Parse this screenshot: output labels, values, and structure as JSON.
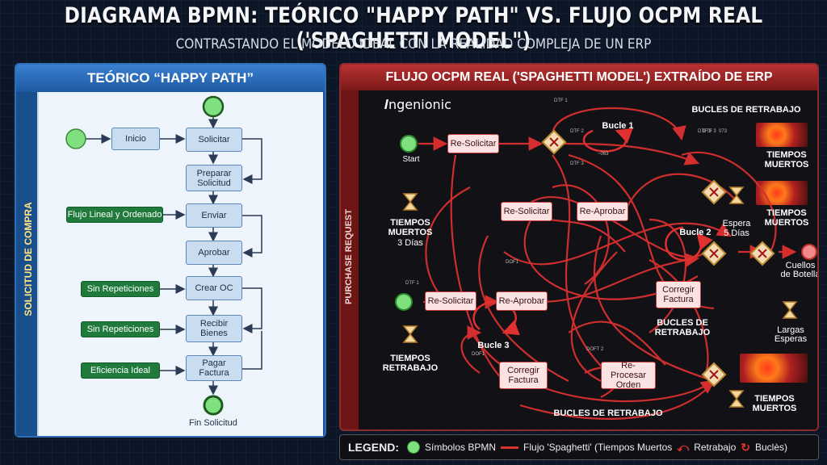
{
  "header": {
    "title": "DIAGRAMA BPMN: TEÓRICO \"HAPPY PATH\" VS. FLUJO OCPM REAL ('SPAGHETTI MODEL\")",
    "subtitle": "CONTRASTANDO EL MODELO IDEAL CON LA REALIDAD COMPLEJA DE UN ERP"
  },
  "left": {
    "title": "TEÓRICO “HAPPY PATH”",
    "side_label": "SOLICITUD DE COMPRA",
    "steps": {
      "inicio": "Inicio",
      "solicitar": "Solicitar",
      "preparar": "Preparar Solicitud",
      "enviar": "Enviar",
      "aprobar": "Aprobar",
      "crear_oc": "Crear OC",
      "recibir": "Recibir Bienes",
      "pagar": "Pagar Factura"
    },
    "end_label": "Fin Solicitud",
    "notes": {
      "flujo": "Flujo Lineal y Ordenado",
      "sin_rep_1": "Sin Repeticiones",
      "sin_rep_2": "Sin Repeticiones",
      "eficiencia": "Eficiencia Ideal"
    }
  },
  "right": {
    "title": "FLUJO OCPM REAL ('SPAGHETTI MODEL') EXTRAÍDO DE ERP",
    "side_label": "PURCHASE REQUEST",
    "logo": "ngenionic",
    "boxes": {
      "resolicitar_top": "Re-Solicitar",
      "resolicitar_mid": "Re-Solicitar",
      "reaprobar_mid": "Re-Aprobar",
      "resolicitar_low": "Re-Solicitar",
      "reaprobar_low": "Re-Aprobar",
      "corregir_right": "Corregir Factura",
      "corregir_bottom": "Corregir Factura",
      "reprocesar": "Re-Procesar Orden"
    },
    "labels": {
      "start": "Start",
      "bucles_top": "BUCLES DE RETRABAJO",
      "bucle1": "Bucle 1",
      "bucle2": "Bucle 2",
      "bucle3": "Bucle 3",
      "tiempos_muertos_1": "TIEMPOS MUERTOS",
      "tiempos_muertos_2": "TIEMPOS MUERTOS",
      "tiempos_muertos_3": "TIEMPOS MUERTOS",
      "tiempos_muertos_dias": "3 Días",
      "tiempos_muertos_left": "TIEMPOS MUERTOS",
      "espera": "Espera",
      "espera_dias": "5 Días",
      "cuellos": "Cuellos de Botella",
      "largas": "Largas Esperas",
      "tiempos_retrabajo": "TIEMPOS RETRABAJO",
      "bucles_mid": "BUCLES DE RETRABAJO",
      "bucles_bottom": "BUCLES DE RETRABAJO"
    },
    "tiny": {
      "t1": "DTF 1",
      "t2": "DTF 2",
      "t3": "DTF 3",
      "t4": "DTF 3",
      "t5": "DTF 1",
      "t6": "DOF1",
      "t7": "DOF1",
      "t8": "DOFT 2",
      "t9": "~063",
      "t10": "DTF 3",
      "t11": "073"
    }
  },
  "legend": {
    "title": "LEGEND:",
    "bpmn": "Símbolos BPMN",
    "flujo": "Flujo 'Spaghetti' (Tiempos Muertos",
    "retrabajo": "Retrabajo",
    "bucles": "Buclès)"
  },
  "colors": {
    "happy_blue": "#1b4f8f",
    "spaghetti_red": "#d93030",
    "start_green": "#7ee07e"
  }
}
